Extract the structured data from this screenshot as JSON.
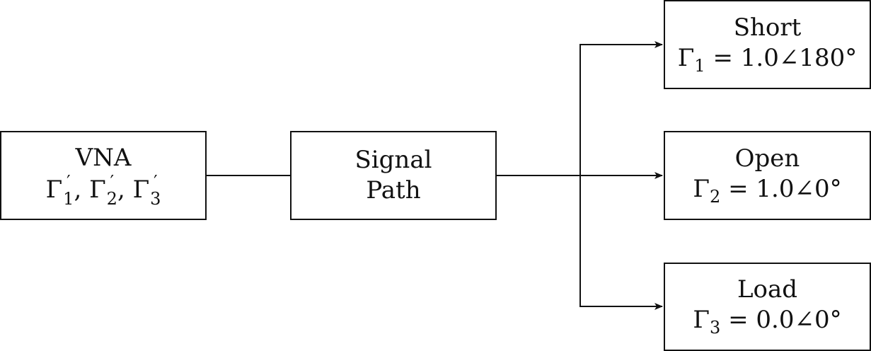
{
  "nodes": {
    "vna": {
      "title": "VNA",
      "gamma_symbol": "Γ",
      "prime": "′",
      "comma": ",",
      "index_1": "1",
      "index_2": "2",
      "index_3": "3"
    },
    "signal_path": {
      "line1": "Signal",
      "line2": "Path"
    },
    "short": {
      "title": "Short",
      "gamma_symbol": "Γ",
      "index": "1",
      "value": "= 1.0∠180°"
    },
    "open": {
      "title": "Open",
      "gamma_symbol": "Γ",
      "index": "2",
      "value": "= 1.0∠0°"
    },
    "load": {
      "title": "Load",
      "gamma_symbol": "Γ",
      "index": "3",
      "value": "= 0.0∠0°"
    }
  },
  "edges": [
    {
      "from": "vna",
      "to": "signal_path",
      "arrow": false
    },
    {
      "from": "signal_path",
      "to": "short",
      "arrow": true
    },
    {
      "from": "signal_path",
      "to": "open",
      "arrow": true
    },
    {
      "from": "signal_path",
      "to": "load",
      "arrow": true
    }
  ],
  "colors": {
    "line": "#111111",
    "box_border": "#111111",
    "background": "#ffffff"
  }
}
